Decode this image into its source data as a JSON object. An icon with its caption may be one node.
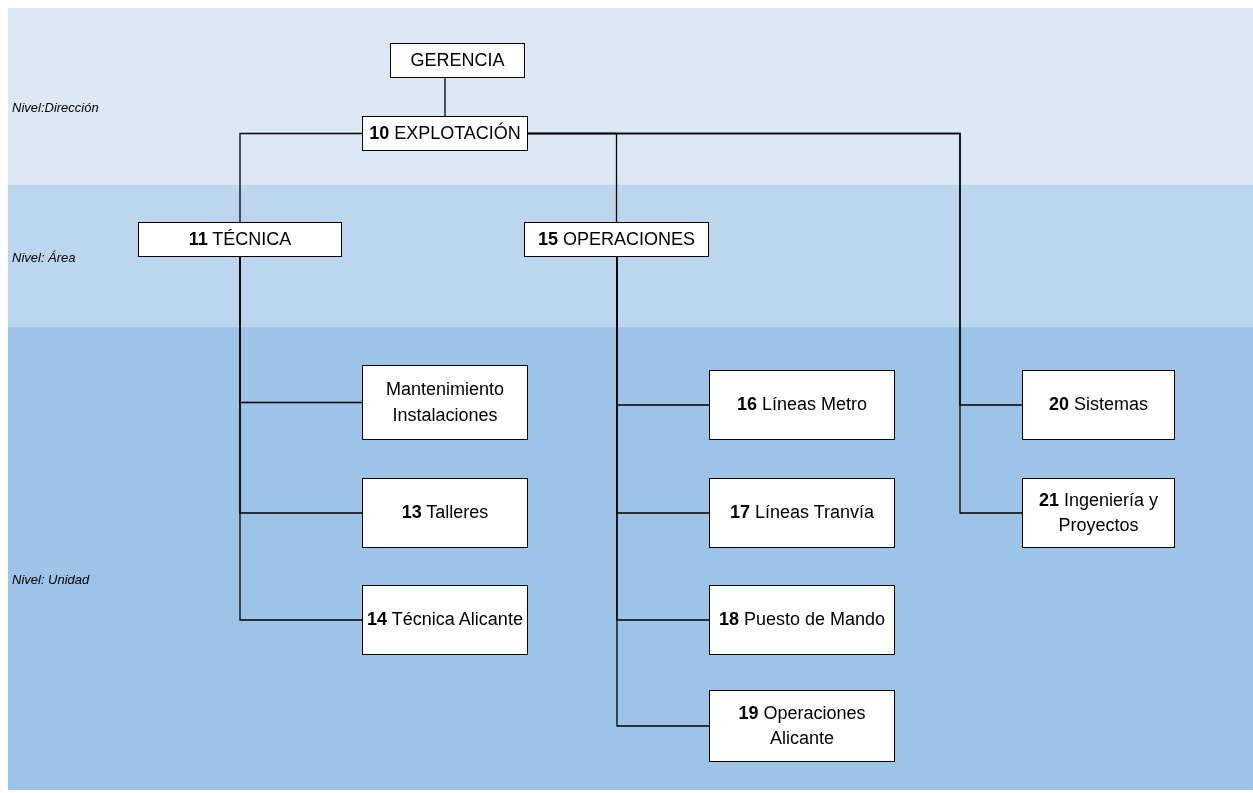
{
  "diagram": {
    "nodes": [
      {
        "text": [
          "Nivel:Dirección"
        ]
      },
      {
        "text": [
          "Nivel: Área"
        ]
      },
      {
        "text": [
          "Nivel: Unidad"
        ]
      },
      {
        "text": [
          "GERENCIA"
        ],
        "in": 0
      },
      {
        "text": [
          "**10** EXPLOTACIÓN"
        ],
        "in": 0
      },
      {
        "text": [
          "**11** TÉCNICA"
        ],
        "in": 1
      },
      {
        "text": [
          "**15** OPERACIONES"
        ],
        "in": 1
      },
      {
        "text": [
          "Mantenimiento Instalaciones"
        ],
        "in": 2
      },
      {
        "text": [
          "**13** Talleres"
        ],
        "in": 2
      },
      {
        "text": [
          "**14** Técnica Alicante"
        ],
        "in": 2
      },
      {
        "text": [
          "**16** Líneas Metro"
        ],
        "in": 2
      },
      {
        "text": [
          "**17** Líneas Tranvía"
        ],
        "in": 2
      },
      {
        "text": [
          "**18** Puesto de Mando"
        ],
        "in": 2
      },
      {
        "text": [
          "**19** Operaciones Alicante"
        ],
        "in": 2
      },
      {
        "text": [
          "**20** Sistemas"
        ],
        "in": 2
      },
      {
        "text": [
          "**21** Ingeniería y Proyectos"
        ],
        "in": 2
      }
    ],
    "edges": [
      {
        "from": 3,
        "to": 4,
        "arrow": "none"
      },
      {
        "from": 4,
        "to": 5,
        "arrow": "none"
      },
      {
        "from": 4,
        "to": 6,
        "arrow": "none"
      },
      {
        "from": 4,
        "to": 14,
        "arrow": "none"
      },
      {
        "from": 4,
        "to": 15,
        "arrow": "none"
      },
      {
        "from": 5,
        "to": 7,
        "arrow": "none"
      },
      {
        "from": 5,
        "to": 8,
        "arrow": "none"
      },
      {
        "from": 5,
        "to": 9,
        "arrow": "none"
      },
      {
        "from": 6,
        "to": 10,
        "arrow": "none"
      },
      {
        "from": 6,
        "to": 11,
        "arrow": "none"
      },
      {
        "from": 6,
        "to": 12,
        "arrow": "none"
      },
      {
        "from": 6,
        "to": 13,
        "arrow": "none"
      }
    ]
  }
}
